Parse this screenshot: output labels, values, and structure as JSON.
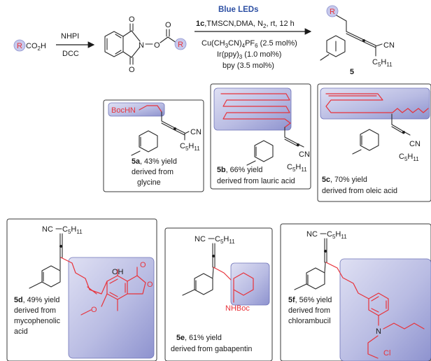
{
  "scheme": {
    "reagents": {
      "acid_r": "R",
      "acid_tail": "CO",
      "acid_sub": "2",
      "acid_h": "H",
      "step1_top": "NHPI",
      "step1_bottom": "DCC",
      "ester_r": "R",
      "o_top": "O",
      "o_bottom": "O",
      "o_carbonyl": "O",
      "o_link": "O",
      "n_atom": "N"
    },
    "conditions": {
      "light": "Blue LEDs",
      "line1_bold": "1c",
      "line1_rest": ",TMSCN,DMA, N",
      "line1_sub": "2",
      "line1_end": ", rt, 12 h",
      "line2_pre": "Cu(CH",
      "line2_sub1": "3",
      "line2_mid": "CN)",
      "line2_sub2": "4",
      "line2_pf": "PF",
      "line2_sub3": "6",
      "line2_end": " (2.5 mol%)",
      "line3_pre": "Ir(ppy)",
      "line3_sub": "3",
      "line3_end": " (1.0 mol%)",
      "line4": "bpy (3.5 mol%)"
    },
    "product": {
      "r": "R",
      "cn": "CN",
      "c5_pre": "C",
      "c5_sub1": "5",
      "c5_h": "H",
      "c5_sub2": "11",
      "label": "5"
    }
  },
  "compounds": [
    {
      "id": "5a",
      "yield": ", 43% yield",
      "line2": "derived from",
      "line3": "glycine",
      "group": "BocHN"
    },
    {
      "id": "5b",
      "yield": ", 66% yield",
      "line2": "derived from lauric acid",
      "line3": ""
    },
    {
      "id": "5c",
      "yield": ", 70% yield",
      "line2": "derived from oleic acid",
      "line3": ""
    },
    {
      "id": "5d",
      "yield": ", 49% yield",
      "line2": "derived from",
      "line3": "mycophenolic",
      "line4": "acid",
      "oh": "OH",
      "o1": "O",
      "o2": "O",
      "o3": "O"
    },
    {
      "id": "5e",
      "yield": ", 61% yield",
      "line2": "derived from gabapentin",
      "line3": "",
      "group": "NHBoc"
    },
    {
      "id": "5f",
      "yield": ", 56% yield",
      "line2": "derived from",
      "line3": "chlorambucil",
      "n": "N",
      "cl": "Cl"
    }
  ],
  "labels": {
    "cn": "CN",
    "nc": "NC",
    "c": "C",
    "five": "5",
    "h": "H",
    "eleven": "11"
  }
}
